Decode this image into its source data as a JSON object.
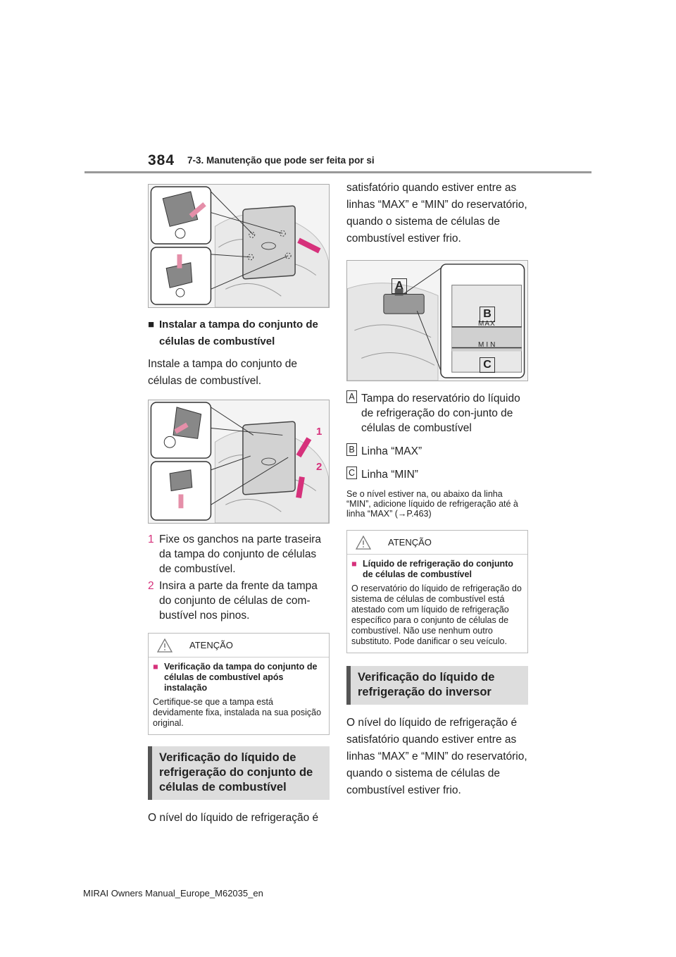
{
  "header": {
    "page_number": "384",
    "section": "7-3. Manutenção que pode ser feita por si"
  },
  "left": {
    "subhead": "Instalar a tampa do conjunto de células de combustível",
    "intro": "Instale a tampa do conjunto de células de combustível.",
    "fig2_labels": {
      "one": "1",
      "two": "2"
    },
    "steps": [
      {
        "num": "1",
        "text": "Fixe os ganchos na parte traseira da tampa do conjunto de células de combustível."
      },
      {
        "num": "2",
        "text": "Insira a parte da frente da tampa do conjunto de células de com-bustível nos pinos."
      }
    ],
    "caution": {
      "title": "ATENÇÃO",
      "subhead": "Verificação da tampa do conjunto de células de combustível após instalação",
      "text": "Certifique-se que a tampa está devidamente fixa, instalada na sua posição original."
    },
    "section_box": "Verificação do líquido de refrigeração do conjunto de células de combustível",
    "para": "O nível do líquido de refrigeração é"
  },
  "right": {
    "para_top": "satisfatório quando estiver entre as linhas “MAX” e “MIN” do reservatório, quando o sistema de células de combustível estiver frio.",
    "figure_tags": {
      "a": "A",
      "b": "B",
      "c": "C",
      "max": "MAX",
      "min": "MIN"
    },
    "labels": [
      {
        "tag": "A",
        "text": "Tampa do reservatório do líquido de refrigeração do con-junto de células de combustível"
      },
      {
        "tag": "B",
        "text": "Linha “MAX”"
      },
      {
        "tag": "C",
        "text": "Linha “MIN”"
      }
    ],
    "note": "Se o nível estiver na, ou abaixo da linha “MIN”, adicione líquido de refrigeração até à linha “MAX” (→P.463)",
    "caution": {
      "title": "ATENÇÃO",
      "subhead": "Líquido de refrigeração do conjunto de células de combustível",
      "text": "O reservatório do líquido de refrigeração do sistema de células de combustível está atestado com um líquido de refrigeração específico para o conjunto de células de combustível. Não use nenhum outro substituto. Pode danificar o seu veículo."
    },
    "section_box": "Verificação do líquido de refrigeração do inversor",
    "para_bottom": "O nível do líquido de refrigeração é satisfatório quando estiver entre as linhas “MAX” e “MIN” do reservatório, quando o sistema de células de combustível estiver frio."
  },
  "footer": "MIRAI Owners Manual_Europe_M62035_en"
}
